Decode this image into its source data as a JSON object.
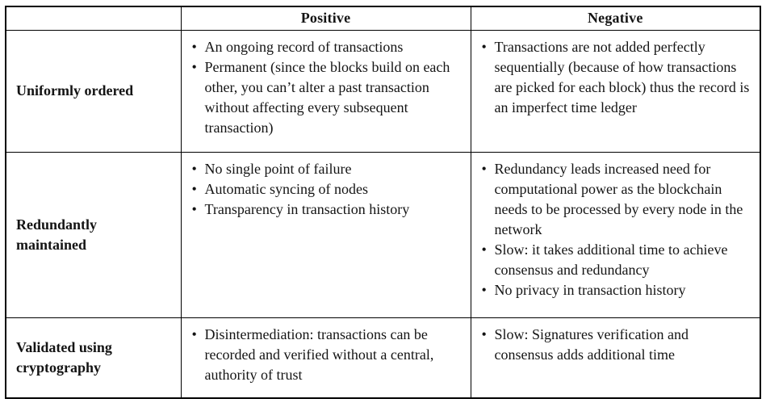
{
  "table": {
    "colors": {
      "border": "#000000",
      "text": "#141414",
      "background": "#ffffff"
    },
    "columns": [
      "",
      "Positive",
      "Negative"
    ],
    "rows": [
      {
        "label": "Uniformly ordered",
        "positive": [
          "An ongoing record of transactions",
          "Permanent (since the blocks build on each other, you can’t alter a past transaction without affecting every subsequent transaction)"
        ],
        "negative": [
          "Transactions are not added perfectly sequentially (because of how transactions are picked for each block) thus the record is an imperfect time ledger"
        ]
      },
      {
        "label": "Redundantly\nmaintained",
        "positive": [
          "No single point of failure",
          "Automatic syncing of nodes",
          "Transparency in transaction history"
        ],
        "negative": [
          "Redundancy leads increased need for computational power as the blockchain needs to be processed by every node in the network",
          "Slow: it takes additional time to achieve consensus and redundancy",
          "No privacy in transaction history"
        ]
      },
      {
        "label": "Validated using\ncryptography",
        "positive": [
          "Disintermediation: transactions can be recorded and verified without a central, authority of trust"
        ],
        "negative": [
          "Slow: Signatures verification and consensus adds additional time"
        ]
      }
    ]
  }
}
